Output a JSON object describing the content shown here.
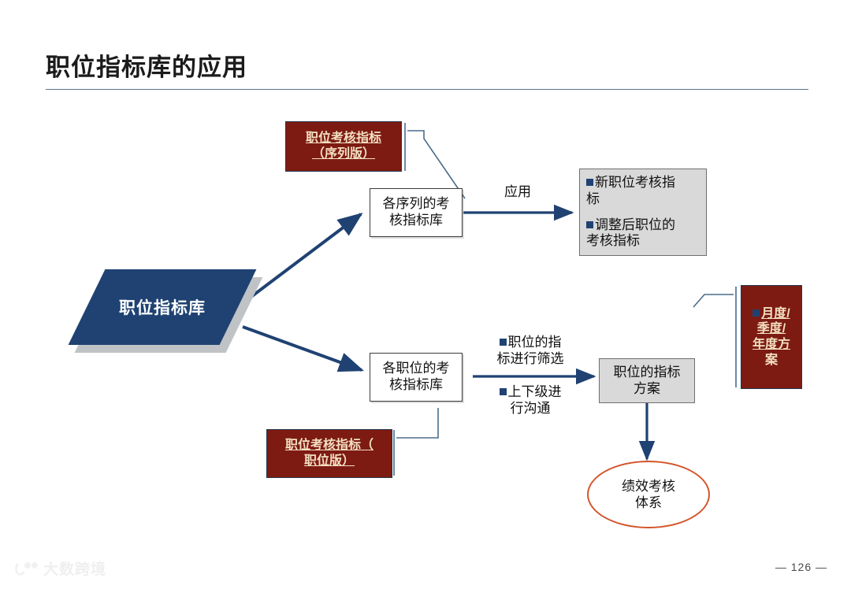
{
  "slide": {
    "title": "职位指标库的应用",
    "page_number": "— 126 —",
    "watermark_text": "大数跨境",
    "accent_navy": "#1f4272",
    "accent_dark_red": "#7d1b12",
    "accent_cream": "#f3e0c2",
    "accent_orange": "#d4542a",
    "box_gray": "#d9d9d9"
  },
  "nodes": {
    "source_diamond": {
      "label": "职位指标库"
    },
    "red_sequence_doc": {
      "line1": "职位考核指标",
      "line2": "（序列版）"
    },
    "red_position_doc": {
      "line1": "职位考核指标（",
      "line2": "职位版）"
    },
    "sequence_library": {
      "line1": "各序列的考",
      "line2": "核指标库"
    },
    "position_library": {
      "line1": "各职位的考",
      "line2": "核指标库"
    },
    "apply_label": "应用",
    "new_indicators_box": {
      "item1_line1": "新职位考核指",
      "item1_line2": "标",
      "item2_line1": "调整后职位的",
      "item2_line2": "考核指标"
    },
    "filter_steps": {
      "item1_line1": "职位的指",
      "item1_line2": "标进行筛选",
      "item2_line1": "上下级进",
      "item2_line2": "行沟通"
    },
    "position_plan": {
      "line1": "职位的指标",
      "line2": "方案"
    },
    "red_period_plan": {
      "line1": "月度/",
      "line2": "季度/",
      "line3": "年度方",
      "line4": "案"
    },
    "performance_system": {
      "line1": "绩效考核",
      "line2": "体系"
    }
  }
}
